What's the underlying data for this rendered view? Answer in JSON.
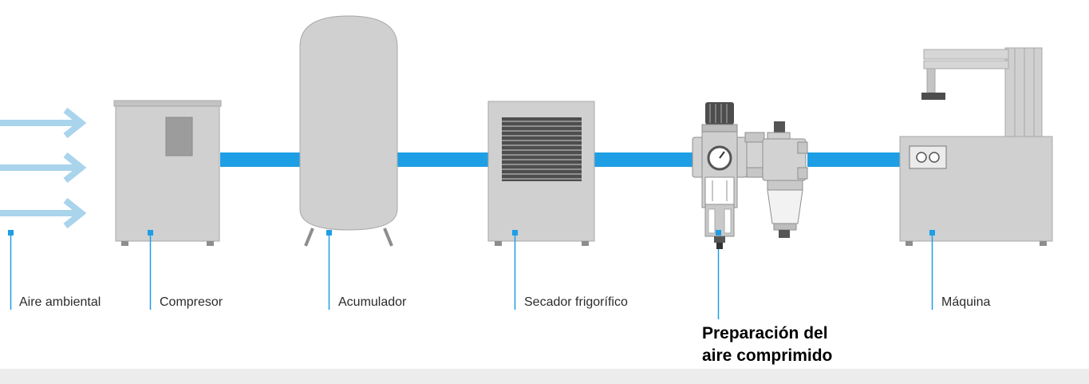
{
  "colors": {
    "pipe": "#1e9ee4",
    "arrow": "#a9d4ec",
    "equipment": "#d0d0d0",
    "equipment_stroke": "#a9a9a9",
    "marker": "#1e9ee4",
    "leader": "#1e9ee4"
  },
  "labels": {
    "aire_ambiental": "Aire ambiental",
    "compresor": "Compresor",
    "acumulador": "Acumulador",
    "secador": "Secador frigorífico",
    "maquina": "Máquina",
    "preparacion_line1": "Preparación del",
    "preparacion_line2": "aire comprimido"
  }
}
